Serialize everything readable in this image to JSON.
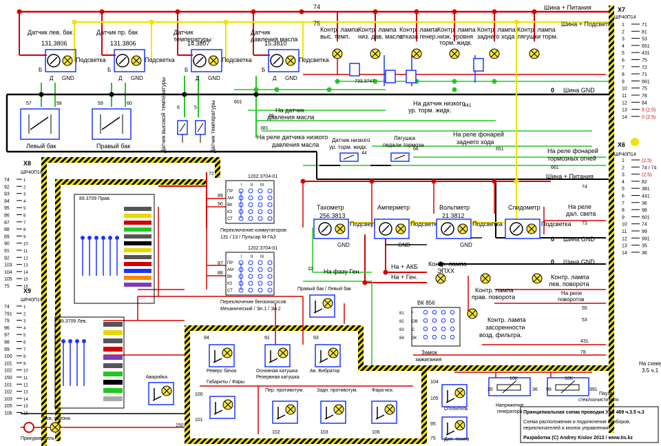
{
  "labels": {
    "top_bus": "Шина + Питания",
    "top_bus2": "Шина + Подсветка",
    "gnd_bus": "Шина GND",
    "gnd_zero": "0",
    "x7": "X7",
    "x7_conn": "ШР40П14",
    "x6": "X6",
    "x6_conn": "ШР40П14",
    "x8": "X8",
    "x8_conn": "ШР40П16",
    "x9": "X9",
    "x9_conn": "ШР40П16",
    "wire74": "74",
    "wire75": "75",
    "wire71": "71",
    "wire72": "72"
  },
  "sensors": [
    {
      "title1": "Датчик лев. бак",
      "title2": "",
      "code": "131.3806",
      "b": "Б",
      "d": "Д",
      "gnd": "GND",
      "light": "Подсветка"
    },
    {
      "title1": "Датчик пр. бак",
      "title2": "",
      "code": "131.3806",
      "b": "Б",
      "d": "Д",
      "gnd": "GND",
      "light": "Подсветка"
    },
    {
      "title1": "Датчик",
      "title2": "температуры",
      "code": "14.3807",
      "b": "Б",
      "d": "Д",
      "gnd": "GND",
      "light": "Подсветка"
    },
    {
      "title1": "Датчик",
      "title2": "давления масла",
      "code": "15.3810",
      "b": "Б",
      "d": "Д",
      "gnd": "GND",
      "light": "Подсветка"
    }
  ],
  "lamps": [
    {
      "l1": "Контр. лампа",
      "l2": "выс. темп."
    },
    {
      "l1": "Контр. лампа",
      "l2": "низ. дав. масла"
    },
    {
      "l1": "Контр. лампа",
      "l2": "отказа генер."
    },
    {
      "l1": "Контр. лампа",
      "l2": "низк. уровня",
      "l3": "торм. жидк."
    },
    {
      "l1": "Контр. лампа",
      "l2": "заднего хода"
    },
    {
      "l1": "Контр. лампа",
      "l2": "лягушки торм."
    }
  ],
  "mid": {
    "tank_left": "Левый бак",
    "tank_right": "Правый бак",
    "sens_high_temp": "Датчик высокой температуры",
    "sens_temp": "Датчик температуры",
    "oil_sensor": "На датчик",
    "oil_sensor2": "давления масла",
    "brake_fluid": "На датчик низкого",
    "brake_fluid2": "ур. торм. жидк.",
    "relay_low_oil": "На реле датчика низкого",
    "relay_low_oil2": "давления масла",
    "sensor_low_brake": "Датчик низкого",
    "sensor_low_brake2": "ур. торм. жидк.",
    "frog": "Лягушка",
    "frog2": "педали тормоза",
    "reverse_relay": "На реле фонарей",
    "reverse_relay2": "заднего хода",
    "brake_relay": "На реле фонарей",
    "brake_relay2": "тормозных огней",
    "n733": "733.3747",
    "w601": "601",
    "w39": "39",
    "w381": "381",
    "w441": "441",
    "w651": "651",
    "w661": "661",
    "w44": "44",
    "w66": "66",
    "w57": "57",
    "w58": "58",
    "w59": "59",
    "w60": "60",
    "w6": "6",
    "w5": "5"
  },
  "gauges": [
    {
      "title": "Тахометр",
      "code": "256.3813",
      "light": "Подсветка",
      "gnd": "GND"
    },
    {
      "title": "Амперметр",
      "code": "",
      "light": "Подсветка",
      "gnd": "GND"
    },
    {
      "title": "Вольтметр",
      "code": "21.3812",
      "light": "Подсветка",
      "gnd": "GND"
    },
    {
      "title": "Спидометр",
      "code": "",
      "light": "Подсветка",
      "gnd": ""
    }
  ],
  "switches": {
    "sw1_code": "1202.3704-01",
    "sw1_caption1": "Переключение коммутаторов",
    "sw1_caption2": "131 / 13 / Пульсар М-ГАЗ",
    "sw2_code": "1202.3704-01",
    "sw2_caption1": "Переключение бензонасосов",
    "sw2_caption2": "Механический / Эл.1 / Эл.2",
    "rows": [
      "ПР",
      "АМ",
      "ВК",
      "КЗ",
      "СТ"
    ],
    "cols": [
      "I",
      "II",
      "III"
    ],
    "w72": "72",
    "w89": "89",
    "w90": "90",
    "w87": "87",
    "w88": "88"
  },
  "right": {
    "rel_high": "На реле",
    "rel_high2": "дал. света",
    "w73": "73",
    "lamp_epxx": "Контр. лампа",
    "lamp_epxx2": "ЭПХХ",
    "lamp_right": "Контр. лампа",
    "lamp_right2": "прав. поворота",
    "lamp_left": "Контр. лампа",
    "lamp_left2": "лев. поворота",
    "rel_turn": "На реле",
    "rel_turn2": "поворотов",
    "lamp_filter": "Контр. лампа",
    "lamp_filter2": "засоренности",
    "lamp_filter3": "возд. фильтра.",
    "akb": "На + АКБ",
    "gen": "На + Ген.",
    "phase": "На фазу Ген.",
    "ignition": "Замок",
    "ignition2": "зажигания",
    "vk": "ВК 856",
    "scheme": "На схему",
    "scheme2": "3.5 ч.1",
    "w55": "55",
    "w53": "53",
    "w431": "431",
    "w78": "78",
    "w32": "32"
  },
  "bottom": {
    "pod1": "89.3709 Прав.",
    "pod2": "89.3709 Лев.",
    "tank_sel": "Правый бак / Левый бак",
    "reverse": "Реверс бачок",
    "coil": "Основная катушка",
    "coil2": "Резервная катушка",
    "vibrator": "Ав. Вибратор",
    "alarm": "Аварийка",
    "gab": "Габариты / Фары",
    "fog_front": "Пер. противотум.",
    "fog_rear": "Задн. противотум.",
    "fara": "Фара-иск.",
    "heater": "Отопитель",
    "pump": "Доп. помпа",
    "plafon": "Осв. салона",
    "lighter": "Прикуриватель",
    "volt_gen": "Напряжение",
    "volt_gen2": "генератора",
    "pause": "Пауза",
    "pause2": "стеклоочистителя",
    "r10k": "10К",
    "w35": "35",
    "w36": "36",
    "w99": "99",
    "w991": "991",
    "w104": "104",
    "w105": "105",
    "w95": "95",
    "w75": "75",
    "w94": "94",
    "w91": "91",
    "w93": "93",
    "w100": "100",
    "w101": "101",
    "w102": "102",
    "w103": "103",
    "w106": "106",
    "w150": "150"
  },
  "info": {
    "l1": "Принципиальная схема проводки УАЗ 469 ч.3.5 ч.3",
    "l2": "Схема расположения и подключения приборов,",
    "l3": "переключателей и кнопок управления.",
    "l4": "Разработка (C) Andrey Kislov 2013 / www.tis.kz"
  },
  "x7_pins": [
    {
      "n": "1",
      "w": "71"
    },
    {
      "n": "2",
      "w": "81"
    },
    {
      "n": "3",
      "w": "53"
    },
    {
      "n": "4",
      "w": "651"
    },
    {
      "n": "5",
      "w": "431"
    },
    {
      "n": "6",
      "w": "75"
    },
    {
      "n": "7",
      "w": "72"
    },
    {
      "n": "8",
      "w": "71"
    },
    {
      "n": "9",
      "w": "661"
    },
    {
      "n": "10",
      "w": "75"
    },
    {
      "n": "11",
      "w": "78"
    },
    {
      "n": "12",
      "w": "84"
    },
    {
      "n": "13",
      "w": "8 (2.5)"
    },
    {
      "n": "14",
      "w": "0 (2.5)"
    }
  ],
  "x6_pins": [
    {
      "n": "1",
      "w": "(2.5)"
    },
    {
      "n": "2",
      "w": "74 / 74"
    },
    {
      "n": "3",
      "w": "(2.5)"
    },
    {
      "n": "4",
      "w": "82"
    },
    {
      "n": "5",
      "w": "381"
    },
    {
      "n": "6",
      "w": "441"
    },
    {
      "n": "7",
      "w": "36"
    },
    {
      "n": "8",
      "w": "98"
    },
    {
      "n": "9",
      "w": "601"
    },
    {
      "n": "10",
      "w": "74"
    },
    {
      "n": "11",
      "w": "99"
    },
    {
      "n": "12",
      "w": "991"
    },
    {
      "n": "13",
      "w": "35"
    },
    {
      "n": "14",
      "w": "36"
    }
  ],
  "x8_pins": [
    "74",
    "92",
    "93",
    "94",
    "95",
    "86",
    "87",
    "88",
    "89",
    "90",
    "91",
    "92",
    "103",
    "104",
    "105",
    "75"
  ],
  "x9_pins": [
    "74",
    "791",
    "79",
    "96",
    "97",
    "98",
    "99",
    "100",
    "101",
    "102",
    "150",
    "101",
    "102",
    "103",
    "105",
    "106"
  ],
  "x8_nums": [
    "1",
    "2",
    "3",
    "4",
    "5",
    "6",
    "7",
    "8",
    "9",
    "10",
    "11",
    "12",
    "13",
    "14",
    "15",
    "16"
  ],
  "colors": {
    "red": "#d40000",
    "yellow": "#f2e400",
    "green": "#22c622",
    "black": "#000000",
    "blue": "#1a33ff",
    "lamp": "#f5e33c"
  }
}
